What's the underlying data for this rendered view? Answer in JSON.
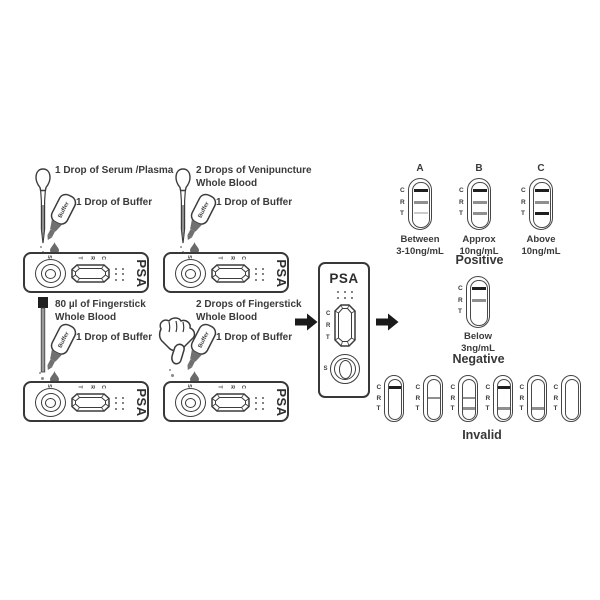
{
  "colors": {
    "ink": "#3a3a3a",
    "line_dark": "#1f1f1f",
    "line_medium": "#8f8f8f",
    "line_light": "#cbcbcb"
  },
  "device": {
    "name": "PSA",
    "well_label": "S",
    "window_labels_horizontal": [
      "T",
      "R",
      "C"
    ],
    "window_labels_vertical": [
      "C",
      "R",
      "T"
    ]
  },
  "buffer_bottle_label": "Buffer",
  "strip_rail_labels": [
    "C",
    "R",
    "T"
  ],
  "steps": [
    {
      "id": "serum-plasma",
      "applicator": "pipette",
      "line1": "1 Drop of Serum /Plasma",
      "line2": "",
      "buffer": "1 Drop of Buffer"
    },
    {
      "id": "venipuncture-whole-blood",
      "applicator": "pipette",
      "line1": "2 Drops of Venipuncture",
      "line2": "Whole Blood",
      "buffer": "1 Drop of Buffer"
    },
    {
      "id": "fingerstick-capillary",
      "applicator": "capillary-tube",
      "line1": "80 µl of Fingerstick",
      "line2": "Whole Blood",
      "buffer": "1 Drop of Buffer"
    },
    {
      "id": "fingerstick-drops",
      "applicator": "finger-squeeze",
      "line1": "2 Drops of Fingerstick",
      "line2": "Whole Blood",
      "buffer": "1 Drop of Buffer"
    }
  ],
  "results": {
    "positive": {
      "heading": "Positive",
      "strips": [
        {
          "letter": "A",
          "caption1": "Between",
          "caption2": "3-10ng/mL",
          "lines": {
            "C": "dark",
            "R": "medium",
            "T": "light"
          }
        },
        {
          "letter": "B",
          "caption1": "Approx",
          "caption2": "10ng/mL",
          "lines": {
            "C": "dark",
            "R": "medium",
            "T": "medium"
          }
        },
        {
          "letter": "C",
          "caption1": "Above",
          "caption2": "10ng/mL",
          "lines": {
            "C": "dark",
            "R": "medium",
            "T": "dark"
          }
        }
      ]
    },
    "negative": {
      "heading": "Negative",
      "strips": [
        {
          "caption1": "Below",
          "caption2": "3ng/mL",
          "lines": {
            "C": "dark",
            "R": "medium",
            "T": "none"
          }
        }
      ]
    },
    "invalid": {
      "heading": "Invalid",
      "strips": [
        {
          "lines": {
            "C": "dark",
            "R": "none",
            "T": "none"
          }
        },
        {
          "lines": {
            "C": "none",
            "R": "medium",
            "T": "none"
          }
        },
        {
          "lines": {
            "C": "none",
            "R": "medium",
            "T": "medium"
          }
        },
        {
          "lines": {
            "C": "dark",
            "R": "none",
            "T": "medium"
          }
        },
        {
          "lines": {
            "C": "none",
            "R": "none",
            "T": "medium"
          }
        },
        {
          "lines": {
            "C": "none",
            "R": "none",
            "T": "none"
          }
        }
      ]
    }
  }
}
